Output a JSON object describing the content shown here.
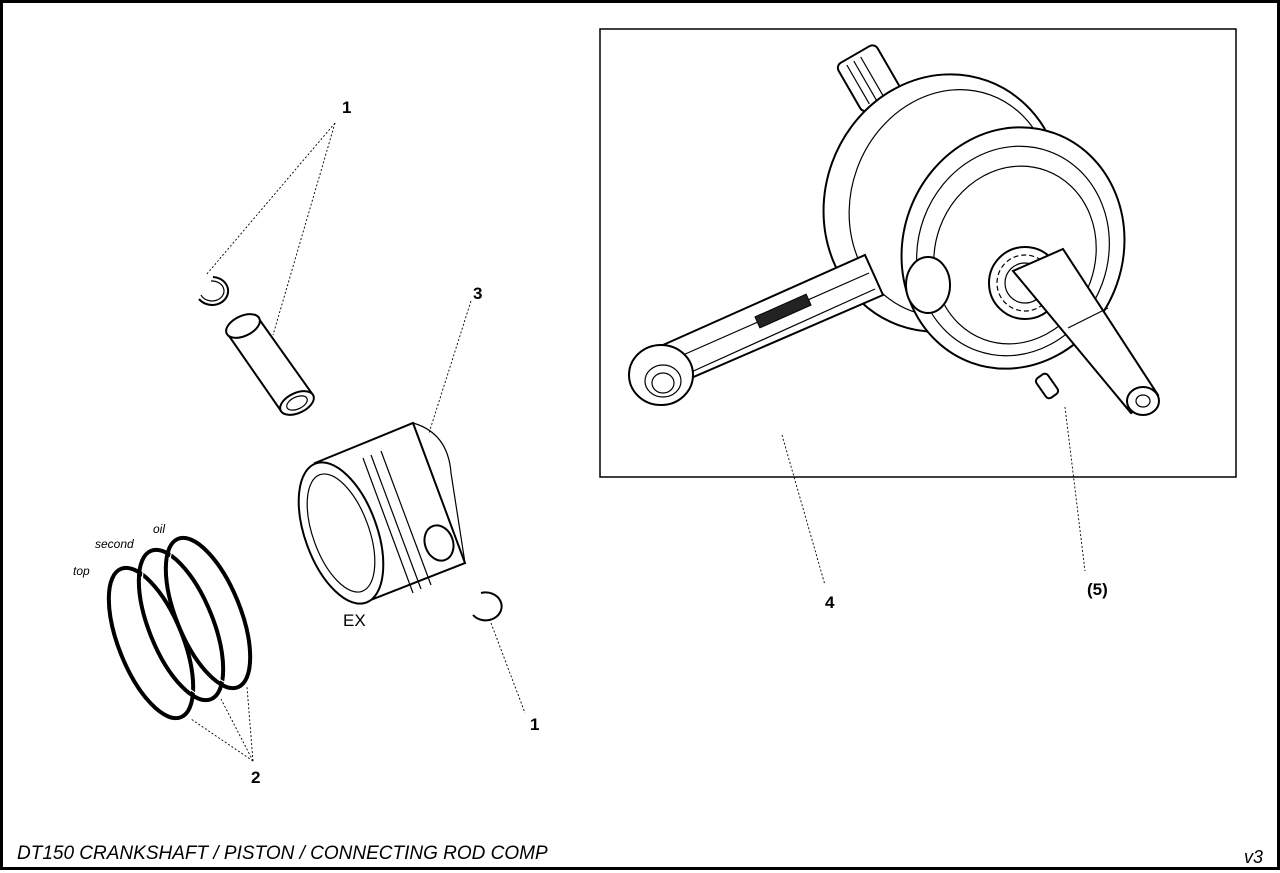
{
  "title": "DT150 CRANKSHAFT / PISTON / CONNECTING ROD COMP",
  "version": "v3",
  "callouts": {
    "circlip_top": "1",
    "piston": "3",
    "crankshaft": "4",
    "key": "(5)",
    "circlip_bottom": "1",
    "rings": "2"
  },
  "ring_labels": {
    "top": "top",
    "second": "second",
    "oil": "oil"
  },
  "exhaust_mark": "EX"
}
